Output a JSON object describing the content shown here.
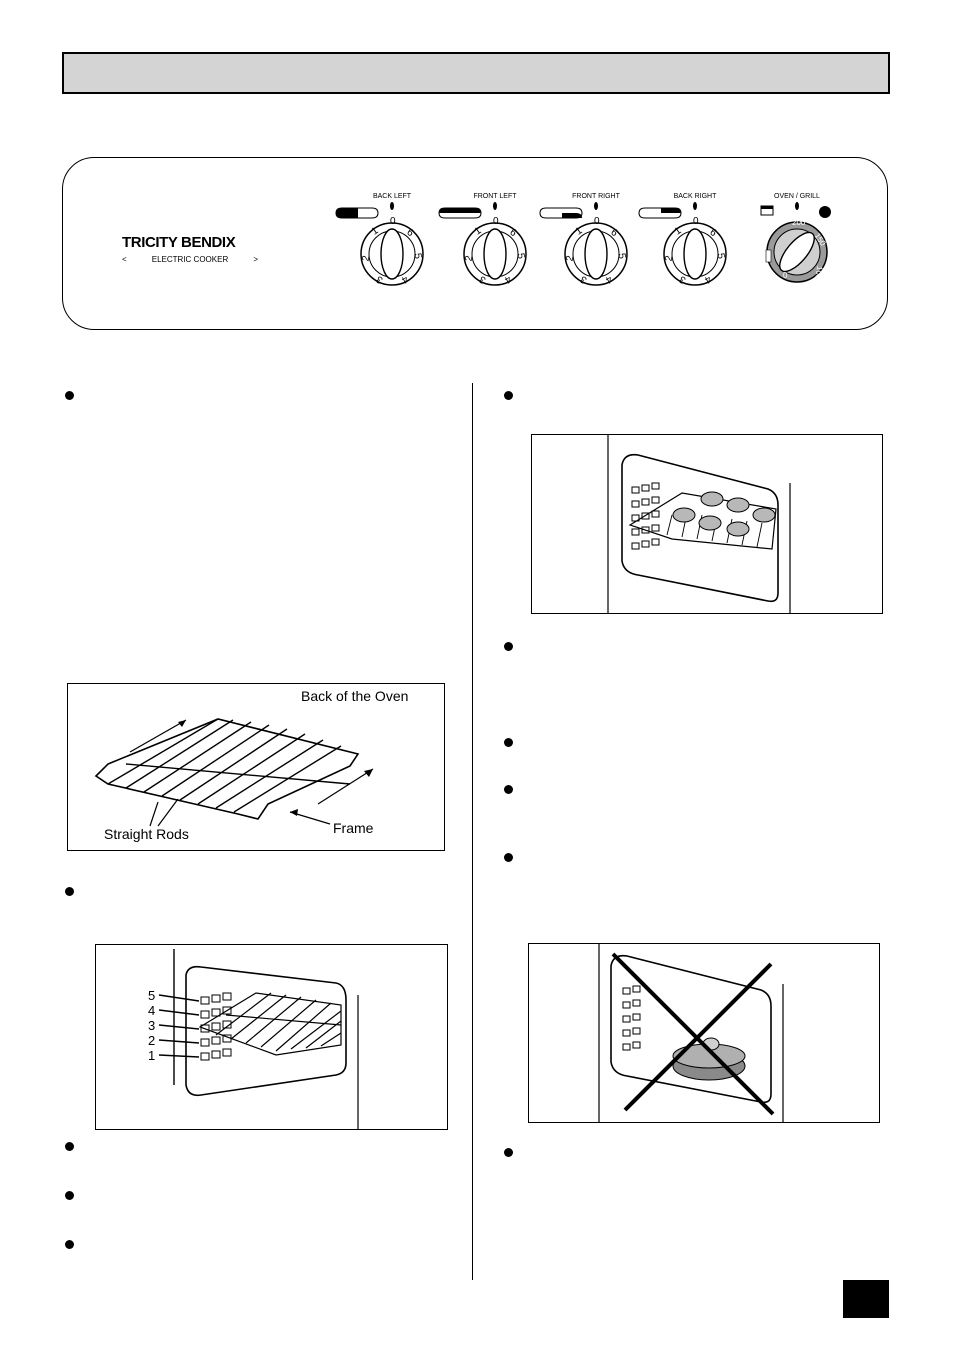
{
  "control_panel": {
    "brand_name": "TRICITY BENDIX",
    "brand_sub": "ELECTRIC COOKER",
    "knobs": [
      {
        "label": "BACK LEFT",
        "numbers": [
          "0",
          "1",
          "2",
          "3",
          "4",
          "5",
          "6"
        ]
      },
      {
        "label": "FRONT LEFT",
        "numbers": [
          "0",
          "1",
          "2",
          "3",
          "4",
          "5",
          "6"
        ]
      },
      {
        "label": "FRONT RIGHT",
        "numbers": [
          "0",
          "1",
          "2",
          "3",
          "4",
          "5",
          "6"
        ]
      },
      {
        "label": "BACK RIGHT",
        "numbers": [
          "0",
          "1",
          "2",
          "3",
          "4",
          "5",
          "6"
        ]
      }
    ],
    "oven_knob": {
      "label": "OVEN / GRILL",
      "marks": [
        "200°",
        "150",
        "100",
        "0"
      ]
    }
  },
  "figures": {
    "shelf": {
      "back_label": "Back of the Oven",
      "rods_label": "Straight Rods",
      "frame_label": "Frame"
    },
    "runners": {
      "numbers": [
        "5",
        "4",
        "3",
        "2",
        "1"
      ]
    }
  }
}
